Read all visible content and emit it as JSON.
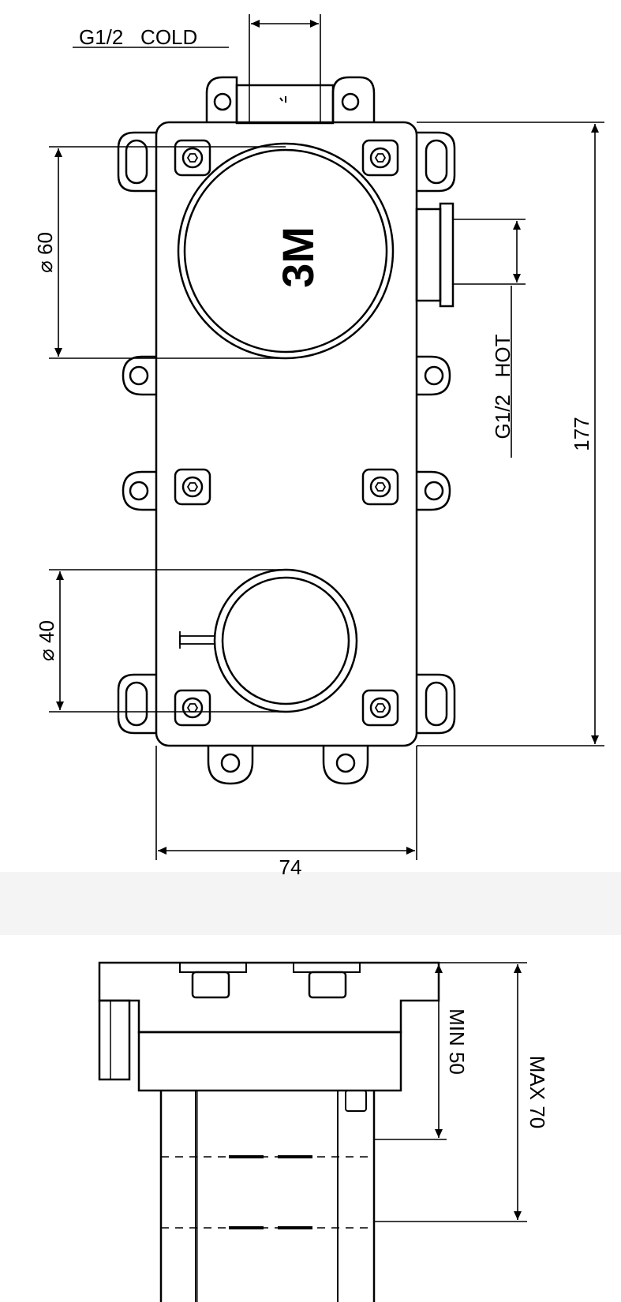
{
  "front_view": {
    "cold_label": "G1/2   COLD",
    "hot_label": "G1/2   HOT",
    "logo": "3M",
    "diameter_large": "⌀ 60",
    "diameter_small": "⌀ 40",
    "height_dim": "177",
    "width_dim": "74"
  },
  "side_view": {
    "min_depth": "MIN 50",
    "max_depth": "MAX 70"
  }
}
